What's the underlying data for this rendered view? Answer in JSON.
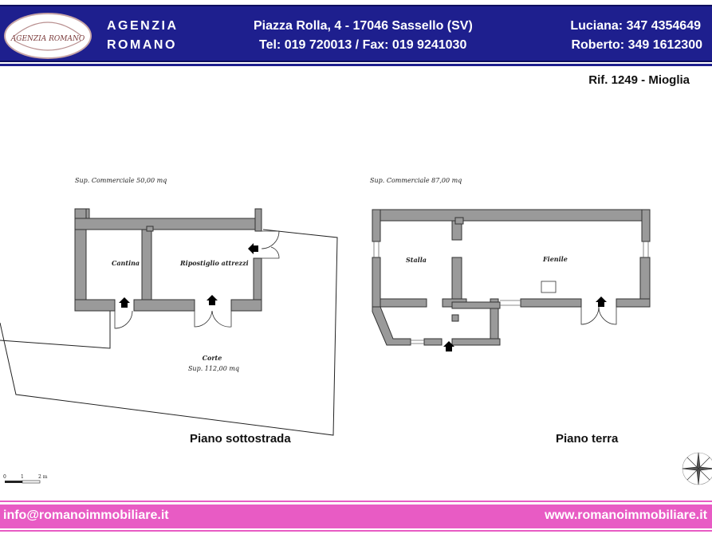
{
  "header": {
    "logo_text": "AGENZIA ROMANO",
    "brand_line1": "AGENZIA",
    "brand_line2": "ROMANO",
    "address": "Piazza Rolla, 4 - 17046 Sassello (SV)",
    "phone_fax": "Tel: 019 720013 / Fax: 019 9241030",
    "contact1": "Luciana: 347 4354649",
    "contact2": "Roberto: 349 1612300"
  },
  "reference": "Rif. 1249 - Mioglia",
  "plans": {
    "left": {
      "title": "Piano sottostrada",
      "surface": "Sup. Commerciale 50,00 mq",
      "rooms": [
        "Cantina",
        "Ripostiglio attrezzi"
      ],
      "yard_name": "Corte",
      "yard_surface": "Sup. 112,00 mq"
    },
    "right": {
      "title": "Piano terra",
      "surface": "Sup. Commerciale 87,00 mq",
      "rooms": [
        "Stalla",
        "Fienile"
      ]
    }
  },
  "scale": {
    "labels": [
      "0",
      "1",
      "2 m"
    ]
  },
  "footer": {
    "email": "info@romanoimmobiliare.it",
    "website": "www.romanoimmobiliare.it"
  },
  "colors": {
    "header": "#1e1f8e",
    "footer": "#e85bc4",
    "wall": "#9a9a9a"
  }
}
